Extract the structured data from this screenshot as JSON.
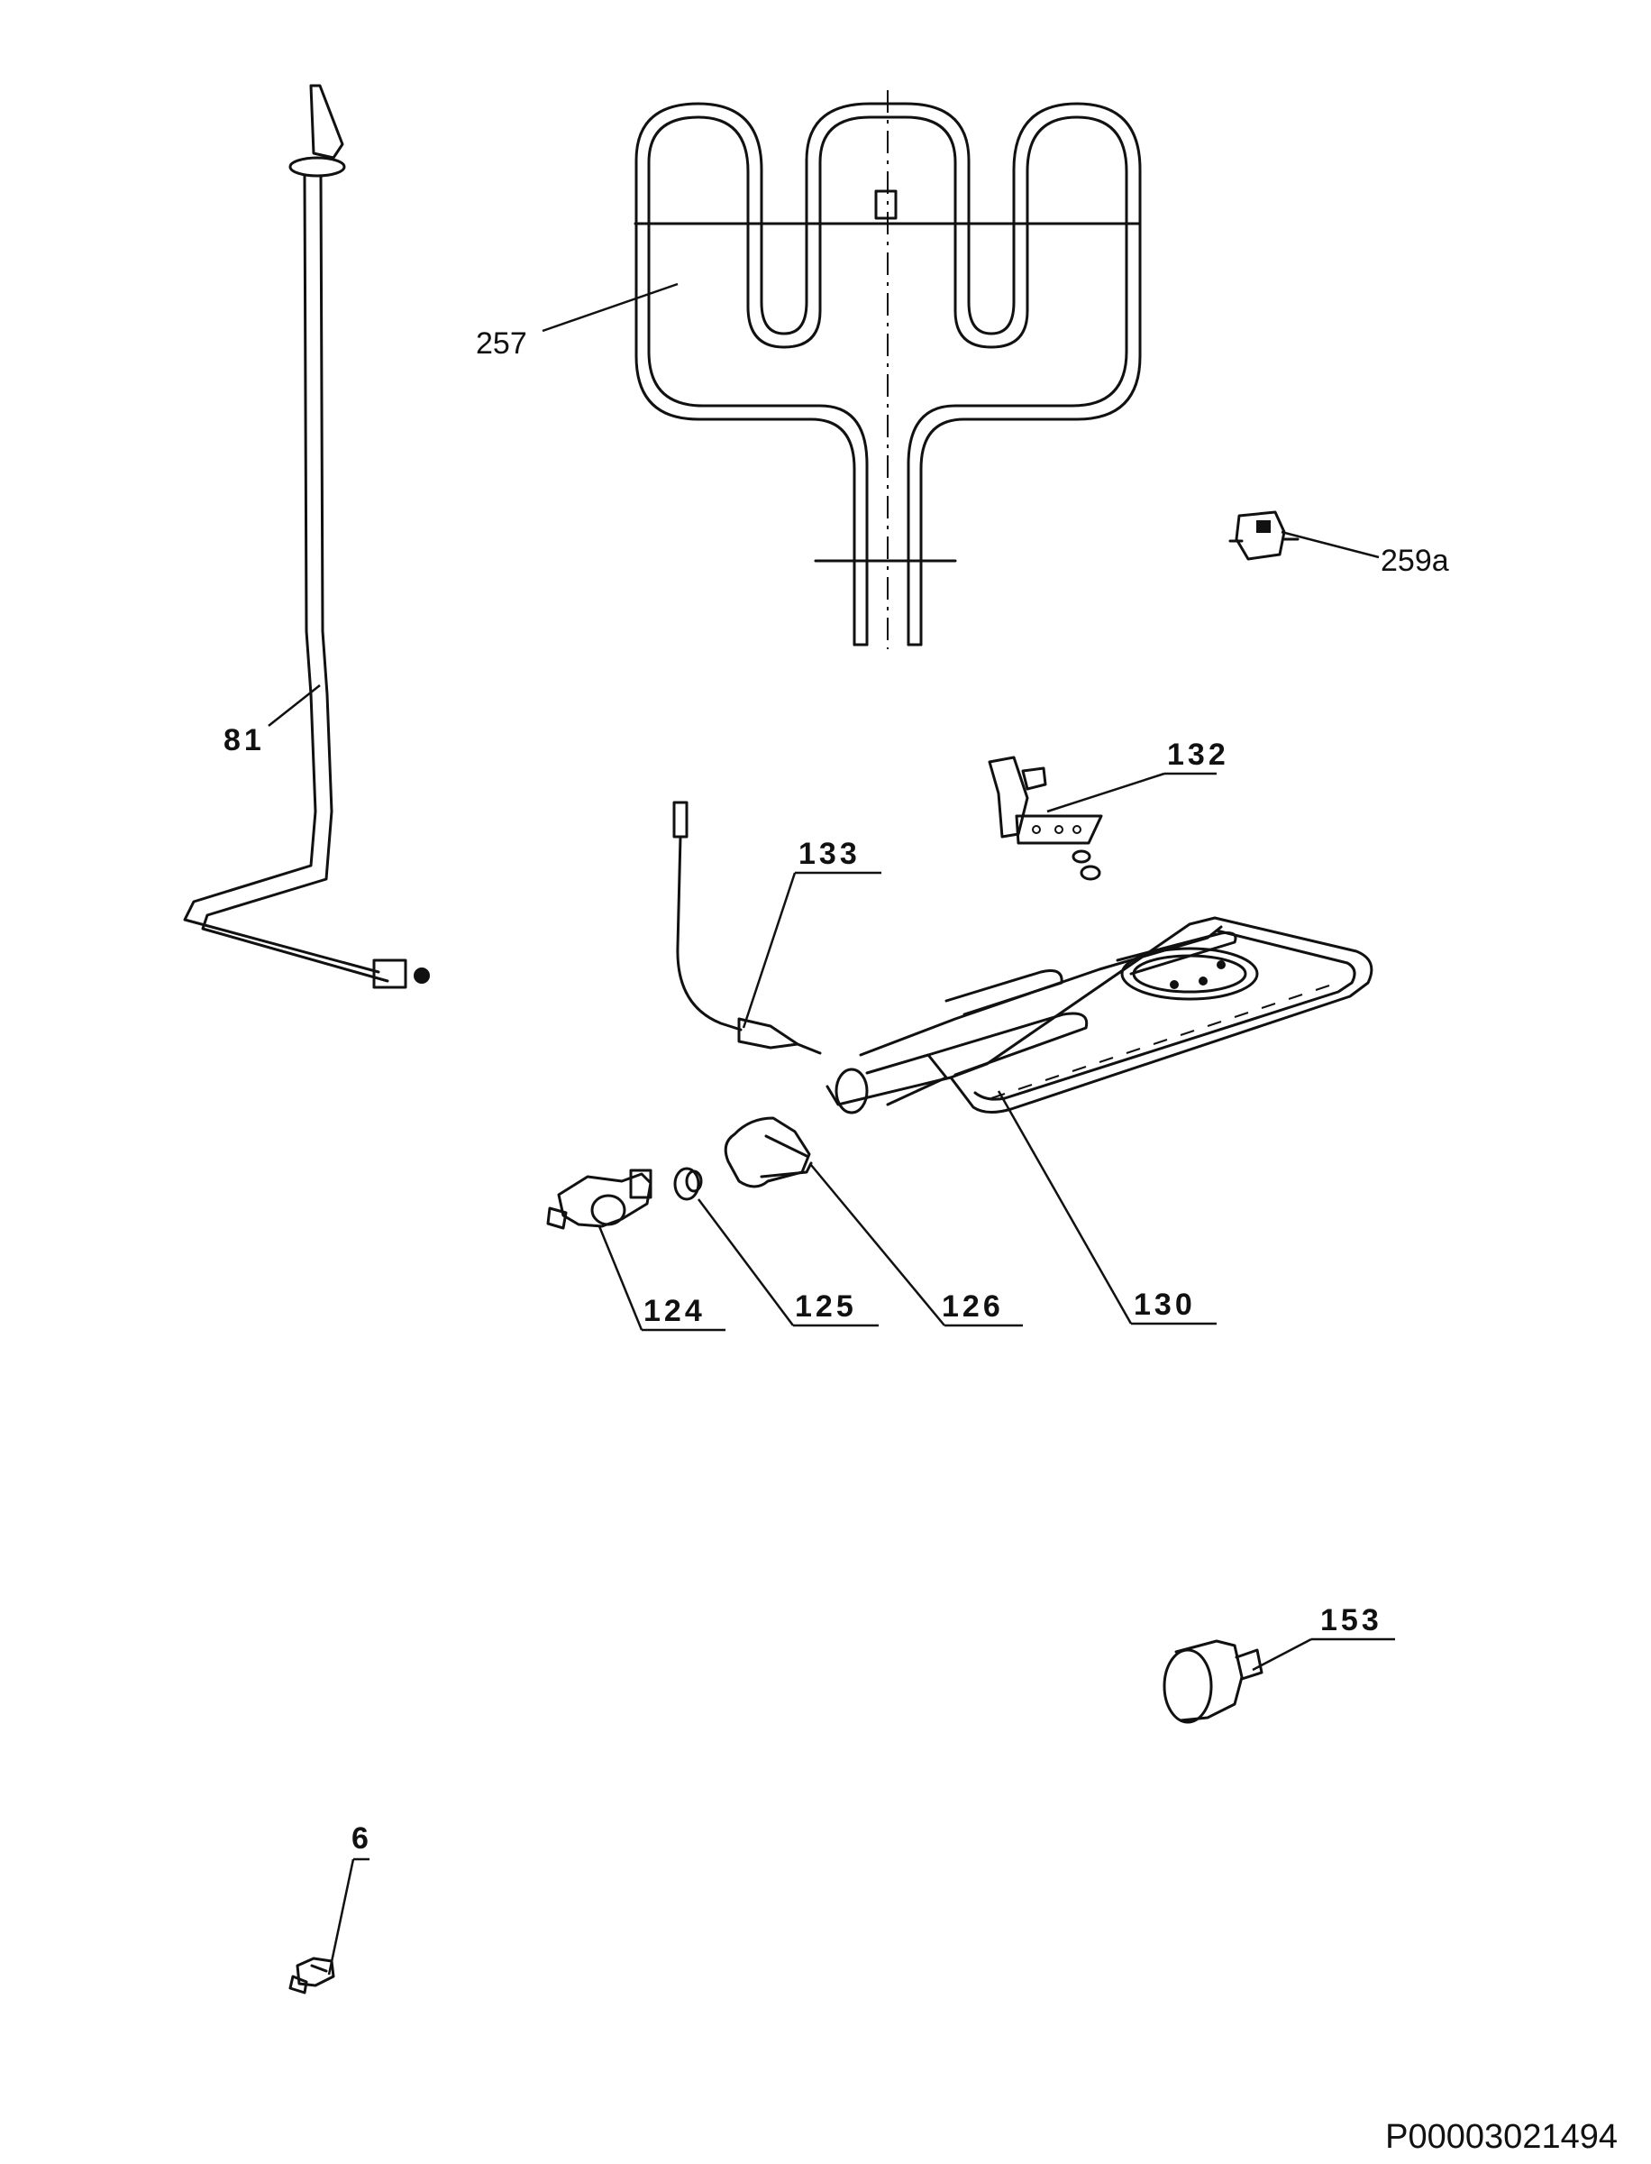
{
  "callouts": {
    "c257": "257",
    "c259a": "259a",
    "c81": "81",
    "c132": "132",
    "c133": "133",
    "c130": "130",
    "c124": "124",
    "c125": "125",
    "c126": "126",
    "c153": "153",
    "c6": "6"
  },
  "document_id": "P00003021494"
}
